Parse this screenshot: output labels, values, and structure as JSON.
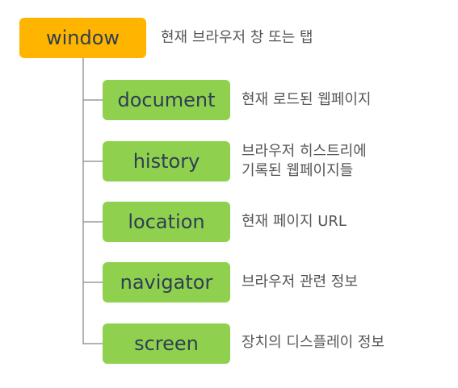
{
  "root": {
    "label": "window",
    "description": "현재 브라우저 창 또는 탭"
  },
  "children": [
    {
      "label": "document",
      "description": [
        "현재 로드된 웹페이지"
      ]
    },
    {
      "label": "history",
      "description": [
        "브라우저 히스트리에",
        "기록된 웹페이지들"
      ]
    },
    {
      "label": "location",
      "description": [
        "현재 페이지 URL"
      ]
    },
    {
      "label": "navigator",
      "description": [
        "브라우저 관련 정보"
      ]
    },
    {
      "label": "screen",
      "description": [
        "장치의 디스플레이 정보"
      ]
    }
  ],
  "colors": {
    "root_fill": "#ffb400",
    "child_fill": "#8fd14f",
    "node_text": "#2f3e52",
    "description_text": "#555555",
    "connector": "#9a9a9a"
  }
}
